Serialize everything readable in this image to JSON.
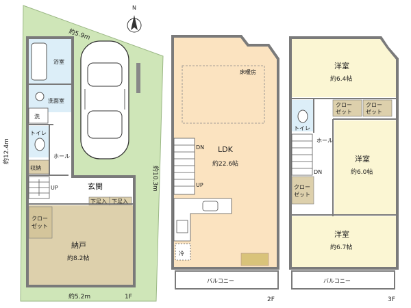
{
  "compass": {
    "letter": "N"
  },
  "floor1": {
    "label": "1F",
    "dims": {
      "top": "約5.9m",
      "left": "約12.4m",
      "right": "約10.3m",
      "bottom": "約5.2m"
    },
    "rooms": {
      "bath": "浴室",
      "washroom": "洗面室",
      "washer": "洗",
      "toilet": "トイレ",
      "hall": "ホール",
      "storage": "収納",
      "up": "UP",
      "entrance": "玄関",
      "shoe1": "下足入",
      "shoe2": "下足入",
      "closet_a": "クロー",
      "closet_b": "ゼット",
      "nando": "納戸",
      "nando_size": "約8.2帖"
    }
  },
  "floor2": {
    "label": "2F",
    "rooms": {
      "floor_heating": "床暖房",
      "ldk": "LDK",
      "ldk_size": "約22.6帖",
      "dn": "DN",
      "up": "UP",
      "fridge": "冷",
      "balcony": "バルコニー"
    }
  },
  "floor3": {
    "label": "3F",
    "rooms": {
      "west1": "洋室",
      "west1_size": "約6.4帖",
      "closet1_a": "クロー",
      "closet1_b": "ゼット",
      "closet2_a": "クロー",
      "closet2_b": "ゼット",
      "toilet": "トイレ",
      "hall": "ホール",
      "dn": "DN",
      "west2": "洋室",
      "west2_size": "約6.0帖",
      "closet3_a": "クロー",
      "closet3_b": "ゼット",
      "west3": "洋室",
      "west3_size": "約6.7帖",
      "balcony": "バルコニー"
    }
  },
  "colors": {
    "lot": "#cfe6b8",
    "wall": "#7a7a7a",
    "ldk": "#fbe3c0",
    "western": "#fbf6d3",
    "nando": "#ddd0ac",
    "wet": "#dceef8",
    "corridor": "#ffffff",
    "closet": "#ddd0ac"
  }
}
